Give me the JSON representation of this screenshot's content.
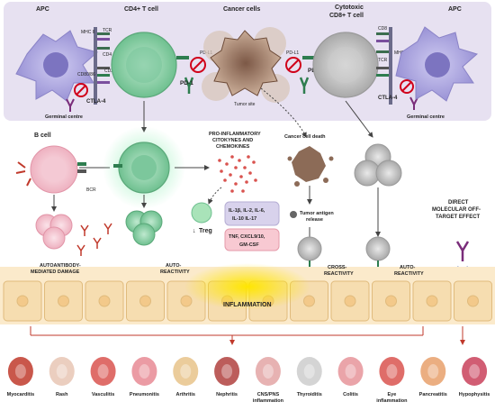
{
  "top": {
    "apc_left": "APC",
    "cd4_cell": "CD4+ T cell",
    "cancer_cells": "Cancer cells",
    "cd8_cell_line1": "Cytotoxic",
    "cd8_cell_line2": "CD8+ T cell",
    "apc_right": "APC",
    "mhc2": "MHC II",
    "tcr_left": "TCR",
    "cd4": "CD4",
    "cd80": "CD80/86",
    "cd28": "CD28",
    "ctla4_left": "CTLA-4",
    "germinal_left": "Germinal centre",
    "pd1_left": "PD-1",
    "pdl1_left": "PD-L1",
    "tumor_site": "Tumor site",
    "pdl1_right": "PD-L1",
    "pd1_right": "PD-1",
    "cd8": "CD8",
    "mhc1": "MHC I",
    "tcr_right": "TCR",
    "ctla4_right": "CTLA-4",
    "germinal_right": "Germinal centre"
  },
  "middle": {
    "b_cell": "B cell",
    "bcr": "BCR",
    "cytokines_line1": "PRO-INFLAMMATORY",
    "cytokines_line2": "CITOKYNES AND",
    "cytokines_line3": "CHEMOKINES",
    "treg": "Treg",
    "cancer_death": "Cancer cell death",
    "tumor_antigen_line1": "Tumor antigen",
    "tumor_antigen_line2": "release",
    "il_box_line1": "IL-1β, IL-2, IL-6,",
    "il_box_line2": "IL-10 IL-17",
    "tnf_box_line1": "TNF, CXCL9/10,",
    "tnf_box_line2": "GM-CSF",
    "direct_line1": "DIRECT",
    "direct_line2": "MOLECULAR OFF-",
    "direct_line3": "TARGET EFFECT"
  },
  "tissue": {
    "autoantibody_line1": "AUTOANTIBODY-",
    "autoantibody_line2": "MEDIATED DAMAGE",
    "autoreactivity_left_line1": "AUTO-",
    "autoreactivity_left_line2": "REACTIVITY",
    "inflammation": "INFLAMMATION",
    "cross_line1": "CROSS-",
    "cross_line2": "REACTIVITY",
    "autoreactivity_right_line1": "AUTO-",
    "autoreactivity_right_line2": "REACTIVITY"
  },
  "organs": [
    {
      "label1": "Myocarditis",
      "label2": ""
    },
    {
      "label1": "Rash",
      "label2": ""
    },
    {
      "label1": "Vasculitis",
      "label2": ""
    },
    {
      "label1": "Pneumonitis",
      "label2": ""
    },
    {
      "label1": "Arthritis",
      "label2": ""
    },
    {
      "label1": "Nephritis",
      "label2": ""
    },
    {
      "label1": "CNS/PNS",
      "label2": "inflammation"
    },
    {
      "label1": "Thyroiditis",
      "label2": ""
    },
    {
      "label1": "Colitis",
      "label2": ""
    },
    {
      "label1": "Eye",
      "label2": "inflammation"
    },
    {
      "label1": "Pancreatitis",
      "label2": ""
    },
    {
      "label1": "Hypophysitis",
      "label2": ""
    }
  ],
  "colors": {
    "top_panel": "#e7e1f1",
    "apc": "#a9a3dd",
    "cd4": "#8fd0aa",
    "cd8": "#bdbdbd",
    "tumor": "#9c7a66",
    "b_cell": "#f3c5d0",
    "tissue": "#f6ddb0",
    "inflammation": "#ffe600",
    "arrow": "#444444"
  }
}
